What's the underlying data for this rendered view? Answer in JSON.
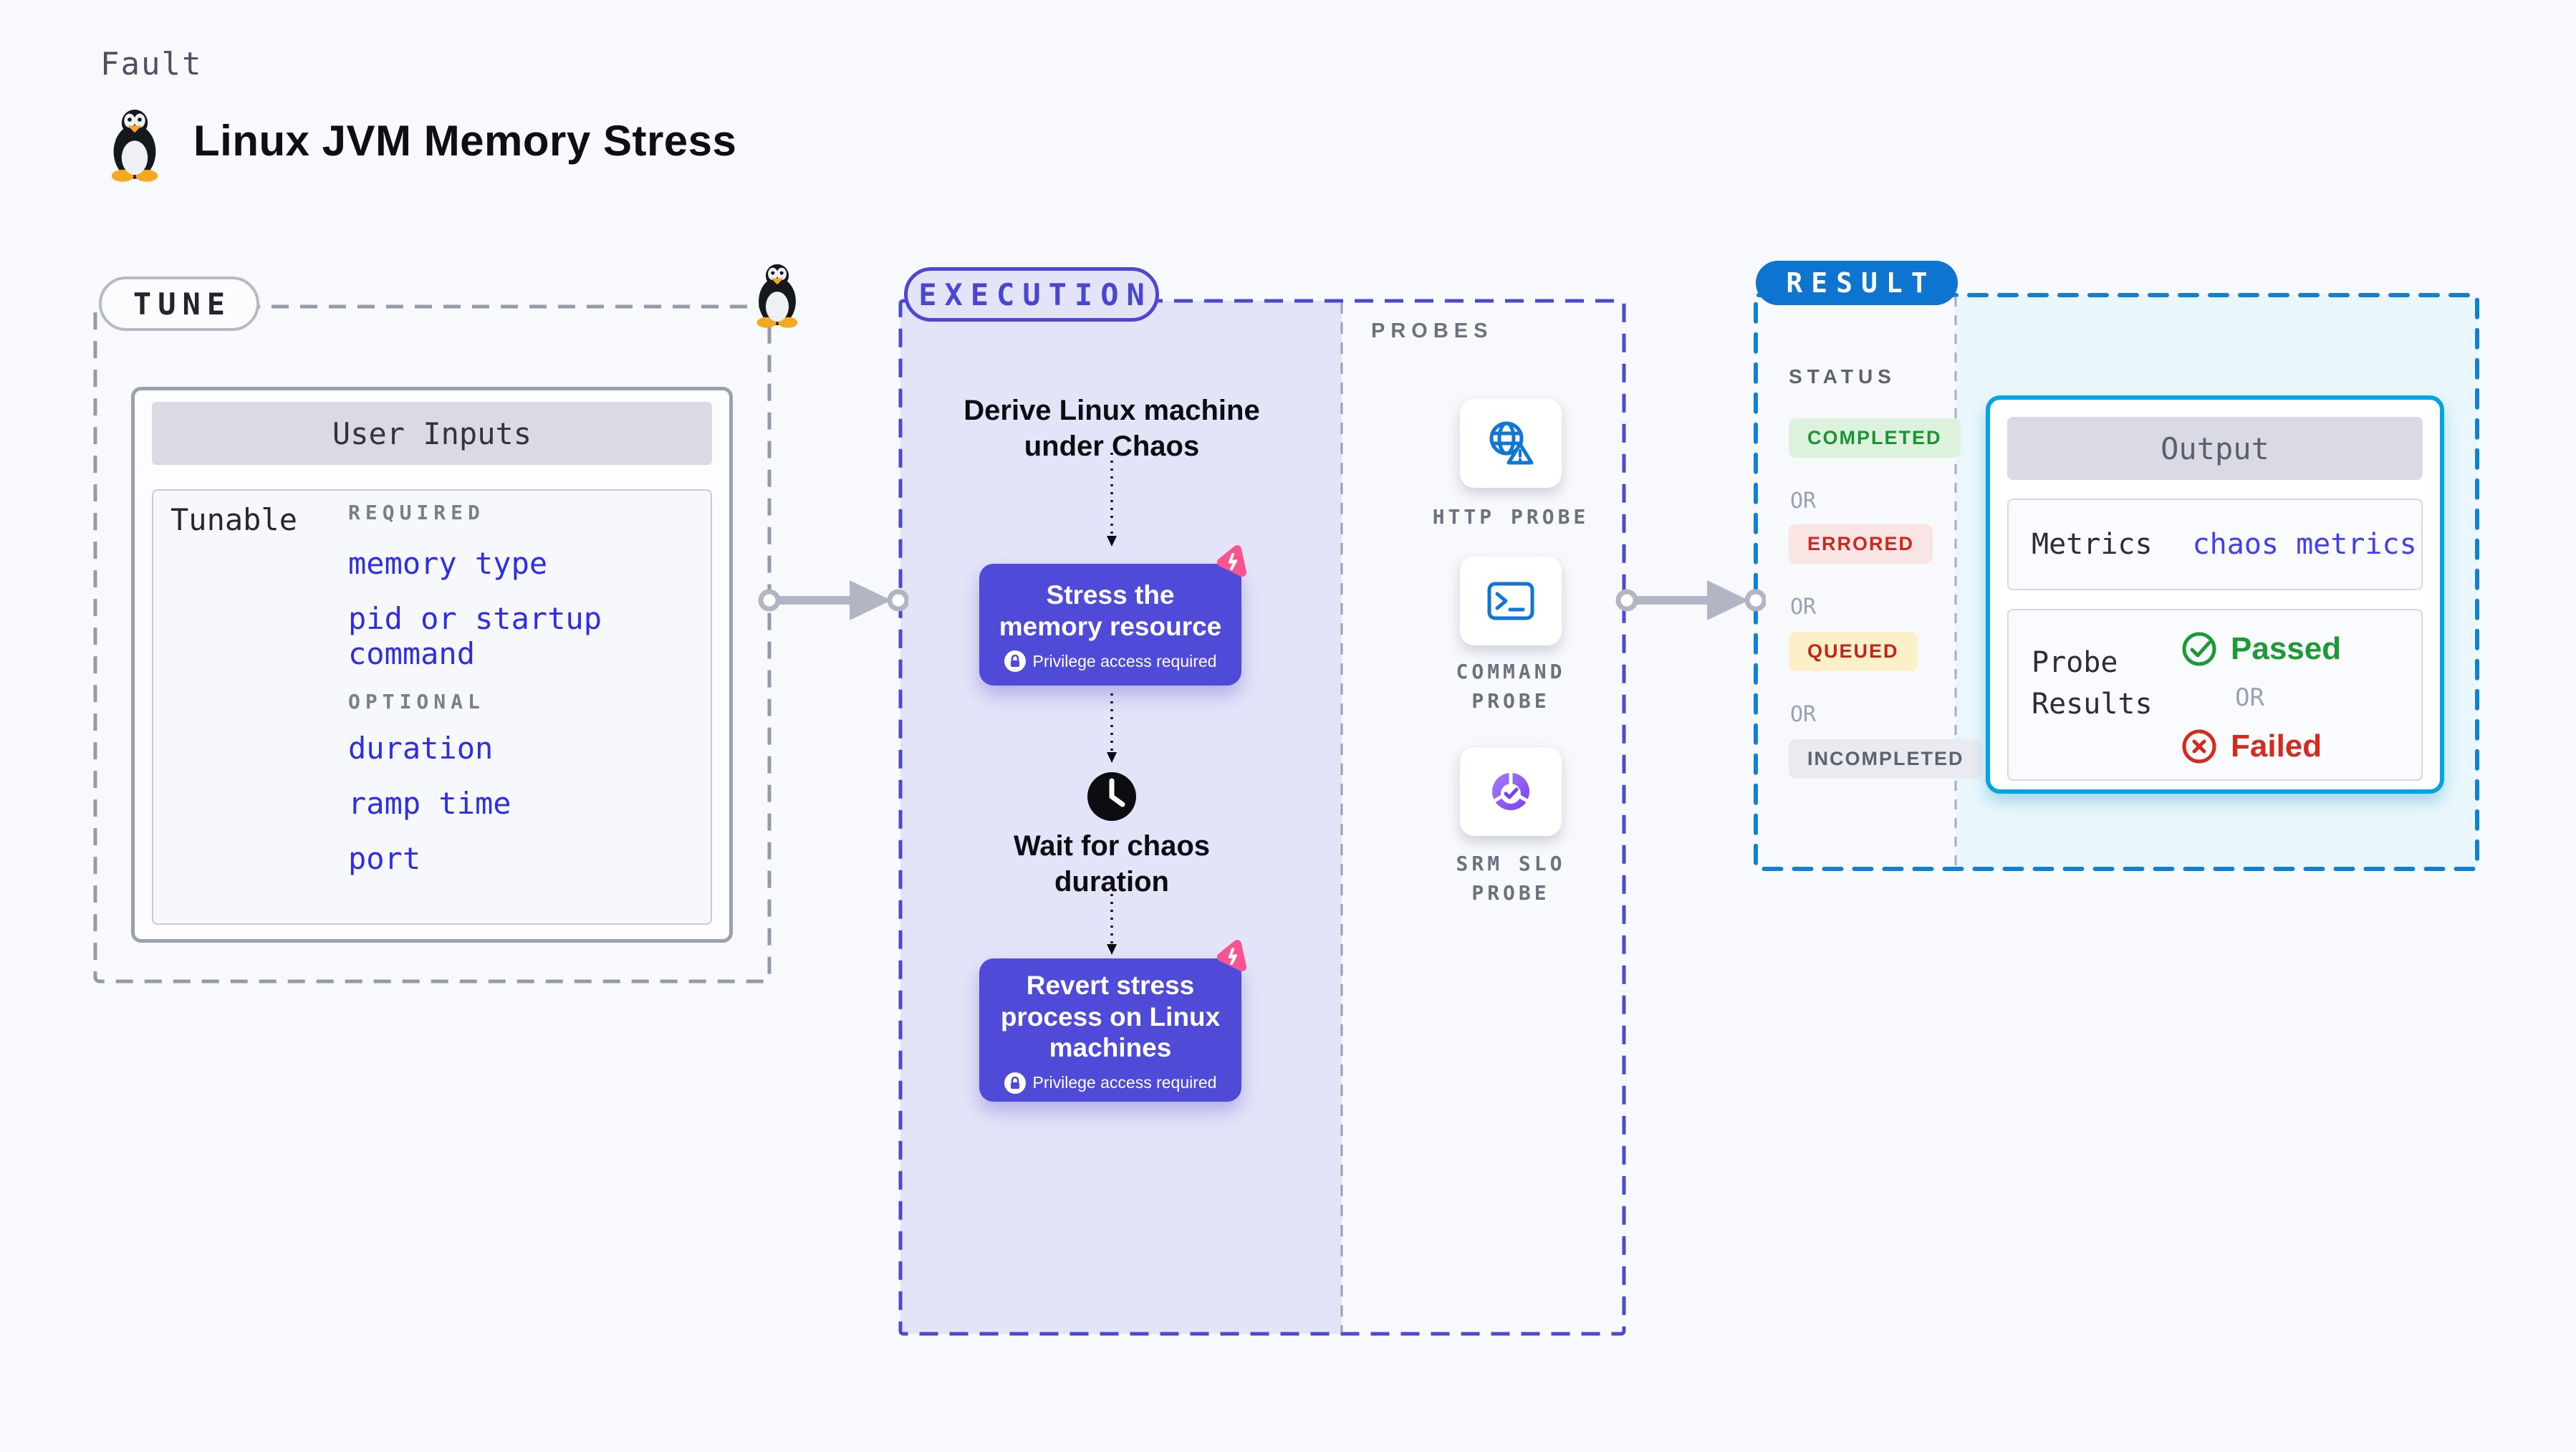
{
  "header": {
    "fault_label": "Fault",
    "title": "Linux JVM Memory Stress",
    "title_icon": "tux-penguin"
  },
  "tune": {
    "badge": "TUNE",
    "corner_icon": "tux-penguin",
    "user_inputs": {
      "title": "User Inputs",
      "row_label": "Tunable",
      "groups": [
        {
          "label": "REQUIRED",
          "items": [
            "memory type",
            "pid or startup command"
          ]
        },
        {
          "label": "OPTIONAL",
          "items": [
            "duration",
            "ramp time",
            "port"
          ]
        }
      ]
    }
  },
  "execution": {
    "badge": "EXECUTION",
    "steps": {
      "derive": "Derive Linux machine under Chaos",
      "stress": {
        "title": "Stress the memory resource",
        "note": "Privilege access required",
        "icon": "chaos-badge"
      },
      "wait": {
        "title": "Wait for chaos duration",
        "icon": "clock"
      },
      "revert": {
        "title": "Revert stress process on Linux machines",
        "note": "Privilege access required",
        "icon": "chaos-badge"
      }
    }
  },
  "probes": {
    "label": "PROBES",
    "items": [
      {
        "label": "HTTP PROBE",
        "icon": "globe-alert-icon"
      },
      {
        "label": "COMMAND PROBE",
        "icon": "terminal-icon"
      },
      {
        "label": "SRM SLO PROBE",
        "icon": "slo-donut-icon"
      }
    ]
  },
  "result": {
    "badge": "RESULT",
    "status_label": "STATUS",
    "or_label": "OR",
    "statuses": [
      {
        "label": "COMPLETED",
        "fg": "#1D9434",
        "bg": "#DCF2DC"
      },
      {
        "label": "ERRORED",
        "fg": "#CF2823",
        "bg": "#FAE5E5"
      },
      {
        "label": "QUEUED",
        "fg": "#C22520",
        "bg": "#FCF0C8"
      },
      {
        "label": "INCOMPLETED",
        "fg": "#5D6170",
        "bg": "#E9EBF1"
      }
    ],
    "output": {
      "title": "Output",
      "metrics_label": "Metrics",
      "metrics_value": "chaos metrics",
      "probe_results_label": "Probe Results",
      "passed_label": "Passed",
      "failed_label": "Failed"
    }
  },
  "icons": {
    "tux": "linux-penguin",
    "clock": "black-clock",
    "lock": "privilege-lock",
    "chaos_badge": "pink-chaos-experiment",
    "http_probe": "blue-globe-with-warning",
    "command_probe": "blue-terminal",
    "srm_slo_probe": "purple-slo-donut-check",
    "passed": "green-check-circle",
    "failed": "red-x-circle"
  },
  "colors": {
    "page_bg": "#F8F9FC",
    "lavender_panel": "#E4E4F9",
    "node_indigo": "#4F4BD8",
    "exec_border": "#4B49CF",
    "tune_border": "#969AA8",
    "result_border": "#1180D0",
    "result_pill": "#0D74D0",
    "output_border": "#00A5E0",
    "output_panel": "#E9F6FC",
    "link_blue": "#2E2EE2",
    "value_blue": "#4040EE",
    "passed_green": "#1D9A34",
    "failed_red": "#D42B20",
    "arrow_gray": "#B3B5C5"
  }
}
